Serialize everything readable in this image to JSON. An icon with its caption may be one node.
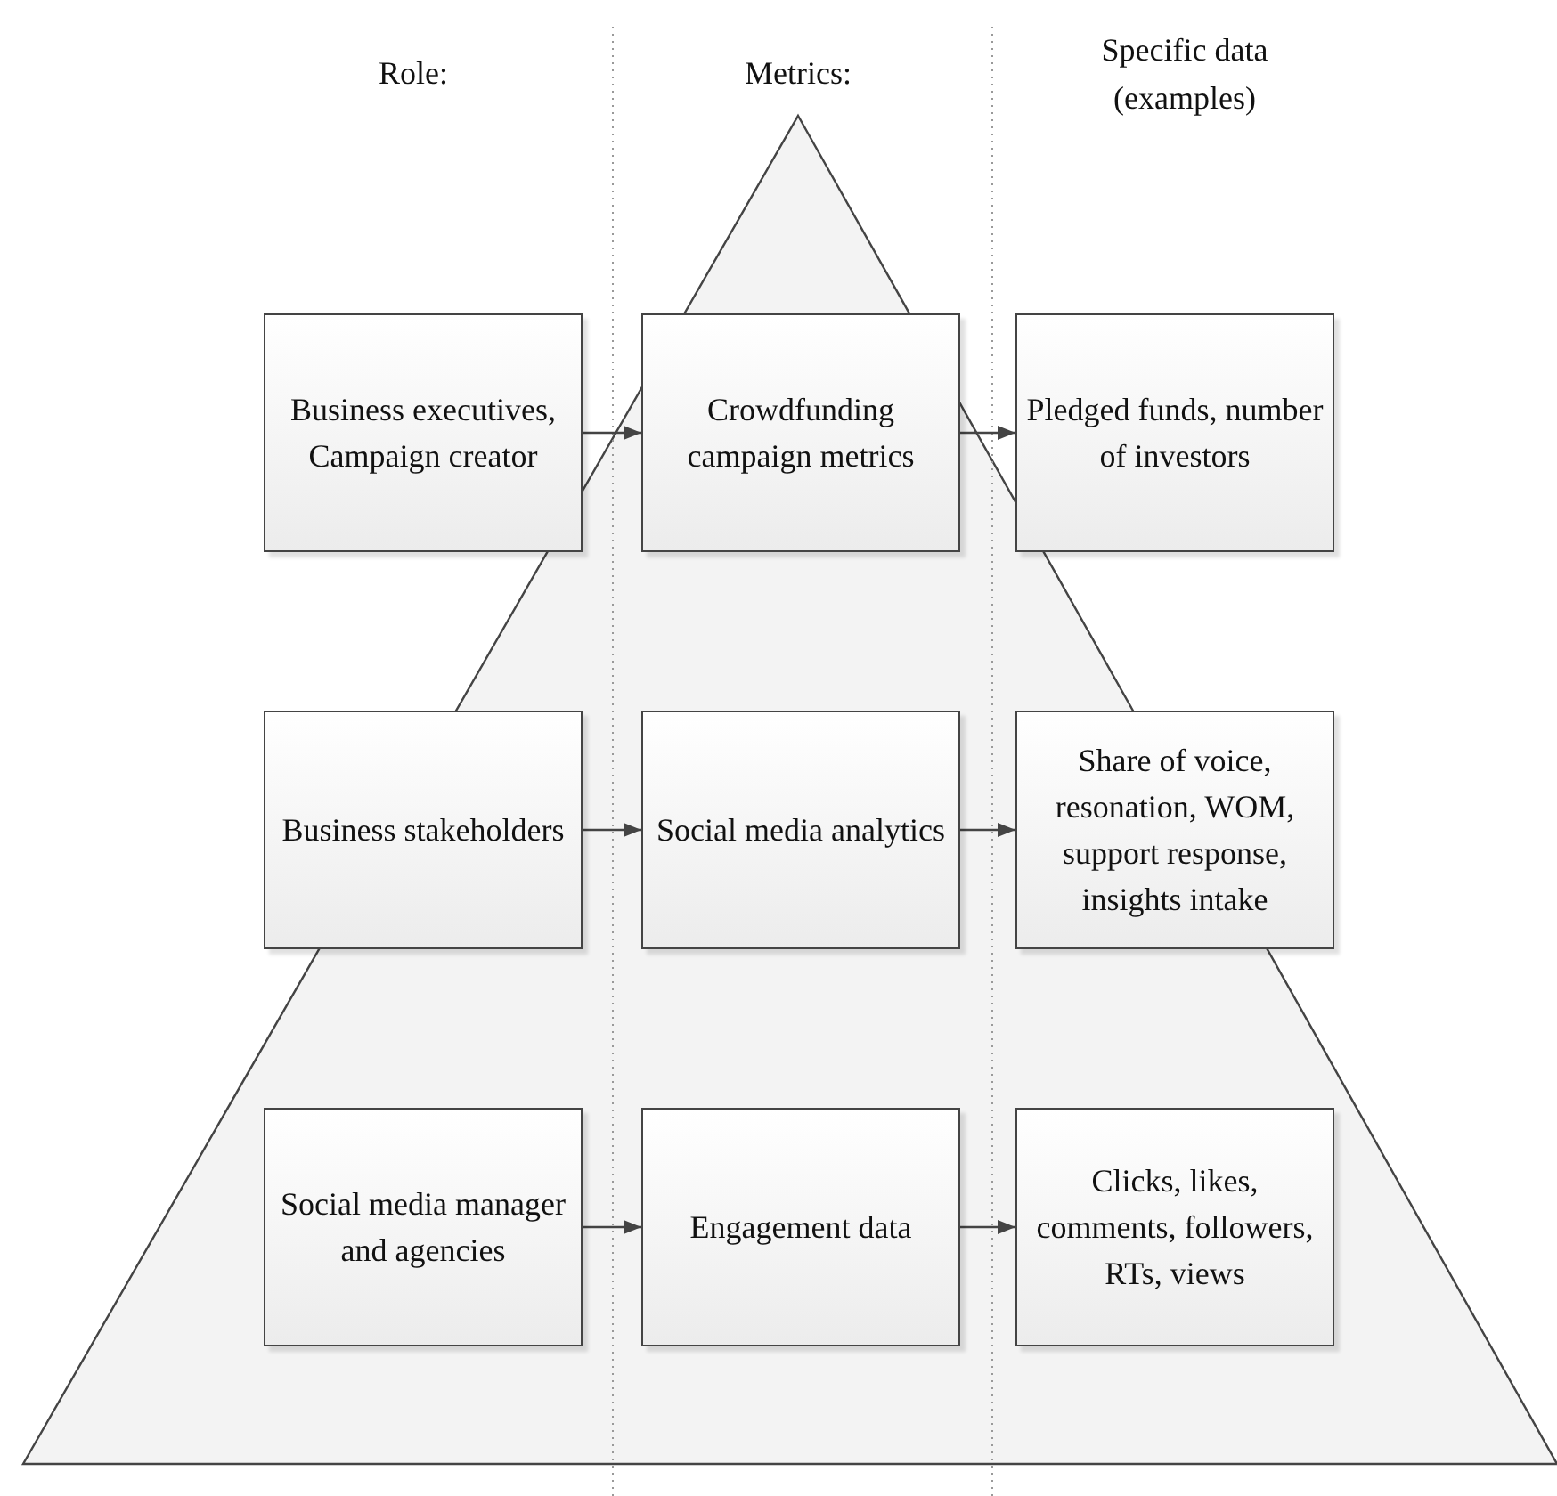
{
  "diagram": {
    "nodes": [
      {
        "text": [
          "Business executives, Campaign creator"
        ]
      },
      {
        "text": [
          "Crowdfunding campaign metrics"
        ]
      },
      {
        "text": [
          "Pledged funds, number of investors"
        ]
      },
      {
        "text": [
          "Business stakeholders"
        ]
      },
      {
        "text": [
          "Social media analytics"
        ]
      },
      {
        "text": [
          "Share of voice, resonation, WOM, support response, insights intake"
        ]
      },
      {
        "text": [
          "Social media manager and agencies"
        ]
      },
      {
        "text": [
          "Engagement data"
        ]
      },
      {
        "text": [
          "Clicks, likes, comments, followers, RTs, views"
        ]
      }
    ],
    "edges": [
      {
        "from": 0,
        "to": 1,
        "arrow": "to"
      },
      {
        "from": 1,
        "to": 2,
        "arrow": "to"
      },
      {
        "from": 3,
        "to": 4,
        "arrow": "to"
      },
      {
        "from": 4,
        "to": 5,
        "arrow": "to"
      },
      {
        "from": 6,
        "to": 7,
        "arrow": "to"
      },
      {
        "from": 7,
        "to": 8,
        "arrow": "to"
      }
    ],
    "labels": [
      "Role:",
      "Metrics:",
      "Specific data (examples)"
    ]
  }
}
